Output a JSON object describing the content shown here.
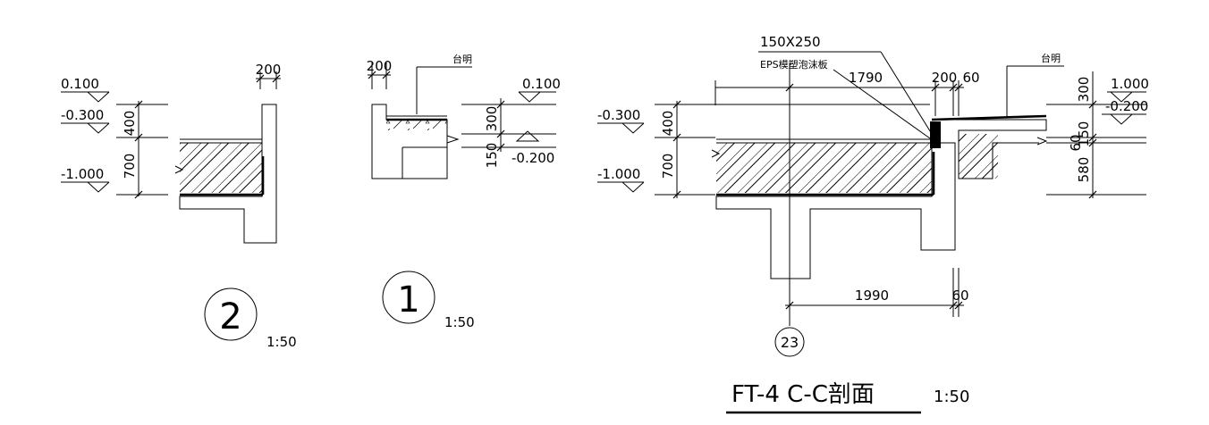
{
  "detail2": {
    "levels": [
      "0.100",
      "-0.300",
      "-1.000"
    ],
    "dims": [
      "200",
      "400",
      "700"
    ],
    "number": "2",
    "scale": "1:50"
  },
  "detail1": {
    "label": "台明",
    "levels": [
      "0.100",
      "-0.200"
    ],
    "dims": [
      "200",
      "300",
      "150"
    ],
    "number": "1",
    "scale": "1:50"
  },
  "section": {
    "callout_size": "150X250",
    "callout_material": "EPS模塑泡沫板",
    "label": "台明",
    "levels_left": [
      "-0.300",
      "-1.000"
    ],
    "levels_right": [
      "1.000",
      "-0.200"
    ],
    "dims_top": [
      "1790",
      "200",
      "60"
    ],
    "dims_left": [
      "400",
      "700"
    ],
    "dims_right": [
      "300",
      "60",
      "150",
      "580"
    ],
    "dims_bottom": [
      "1990",
      "60"
    ],
    "axis": "23",
    "title": "FT-4 C-C剖面",
    "scale": "1:50"
  }
}
